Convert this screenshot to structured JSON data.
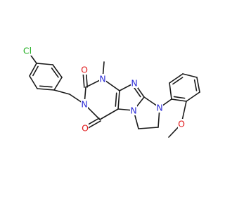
{
  "molecule": {
    "colors": {
      "carbon_bond": "#1a1a1a",
      "nitrogen": "#2b2bd6",
      "oxygen": "#e0191b",
      "chlorine": "#1fae1f"
    },
    "labels": {
      "cl": "Cl",
      "o_upper": "O",
      "o_lower": "O",
      "n_top": "N",
      "n_left": "N",
      "n_imine": "N",
      "n_right": "N",
      "n_bottom": "N",
      "o_ether": "O"
    }
  }
}
